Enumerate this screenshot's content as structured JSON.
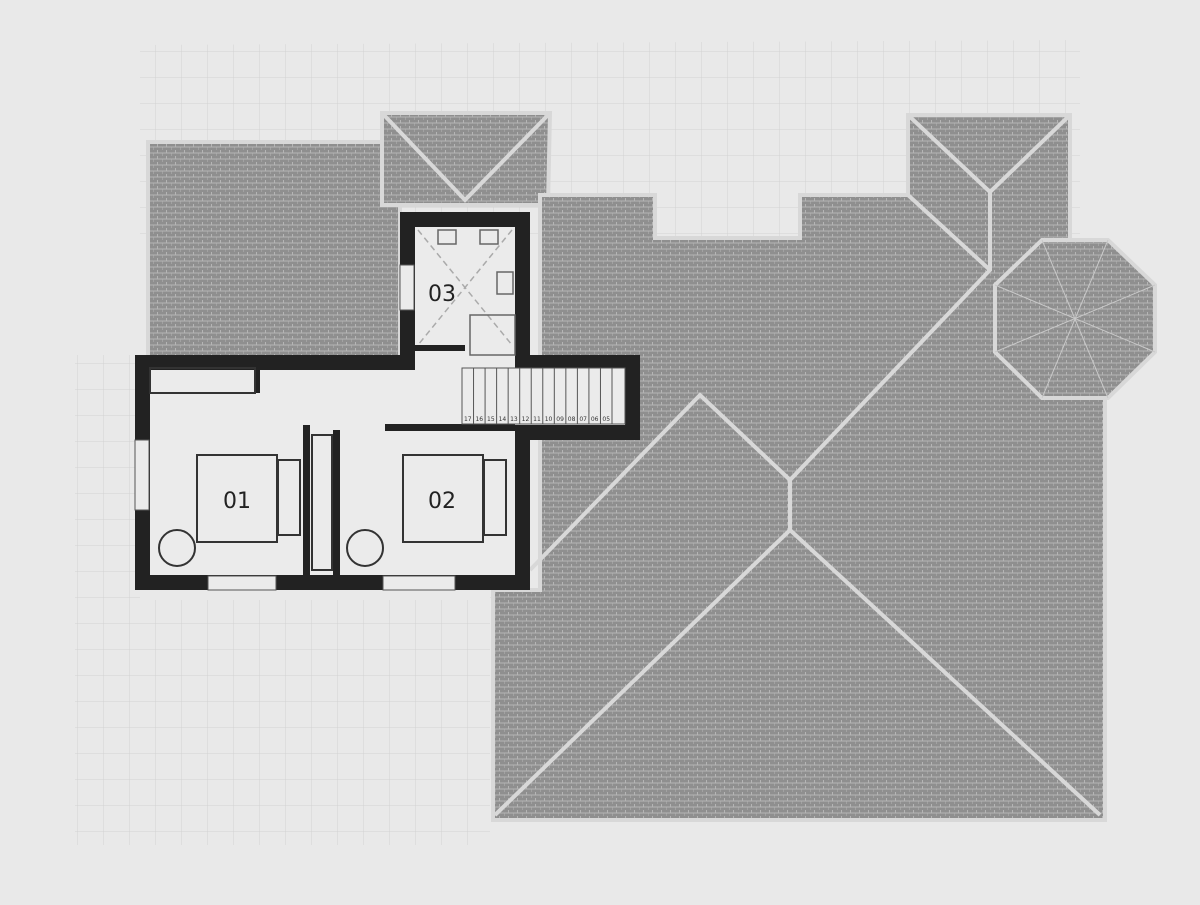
{
  "rooms": [
    {
      "label": "01"
    },
    {
      "label": "02"
    },
    {
      "label": "03"
    }
  ],
  "stairs": {
    "steps": [
      "17",
      "16",
      "15",
      "14",
      "13",
      "12",
      "11",
      "10",
      "09",
      "08",
      "07",
      "06",
      "05"
    ]
  },
  "colors": {
    "background": "#e9e9e9",
    "roof": "#8c8c8c",
    "wall": "#222222",
    "floor": "#ebebeb",
    "paving": "#d6d6d6"
  }
}
